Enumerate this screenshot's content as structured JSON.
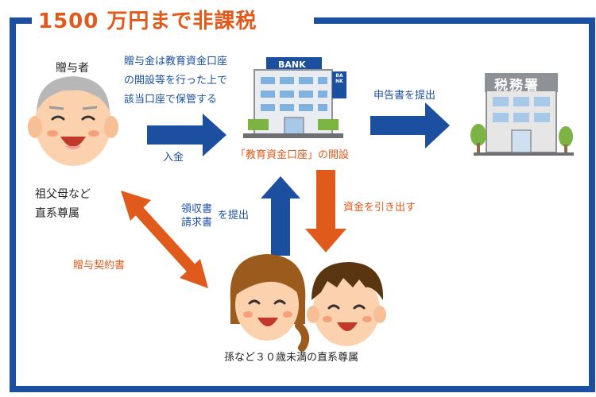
{
  "title": "1500 万円まで非課税",
  "donor": {
    "heading": "贈与者",
    "desc_line1": "祖父母など",
    "desc_line2": "直系尊属"
  },
  "note": {
    "line1": "贈与金は教育資金口座",
    "line2": "の開設等を行った上で",
    "line3": "該当口座で保管する"
  },
  "deposit_label": "入金",
  "bank": {
    "sign": "BANK",
    "vertical_sign": "BANK",
    "caption": "「教育資金口座」の開設"
  },
  "submit_report_label": "申告書を提出",
  "tax_office": {
    "sign": "税務署"
  },
  "receipts": {
    "line1": "領収書",
    "line2": "請求書",
    "suffix": "を提出"
  },
  "withdraw_label": "資金を引き出す",
  "contract_label": "贈与契約書",
  "recipients_caption": "孫など３０歳未満の直系尊属",
  "colors": {
    "frame_blue": "#1c4fa0",
    "accent_orange": "#e05a1c",
    "skin": "#fcd2ae",
    "building_gray": "#8e9196"
  },
  "icons": [
    "grandfather-icon",
    "bank-building-icon",
    "tax-office-icon",
    "girl-icon",
    "boy-icon"
  ]
}
